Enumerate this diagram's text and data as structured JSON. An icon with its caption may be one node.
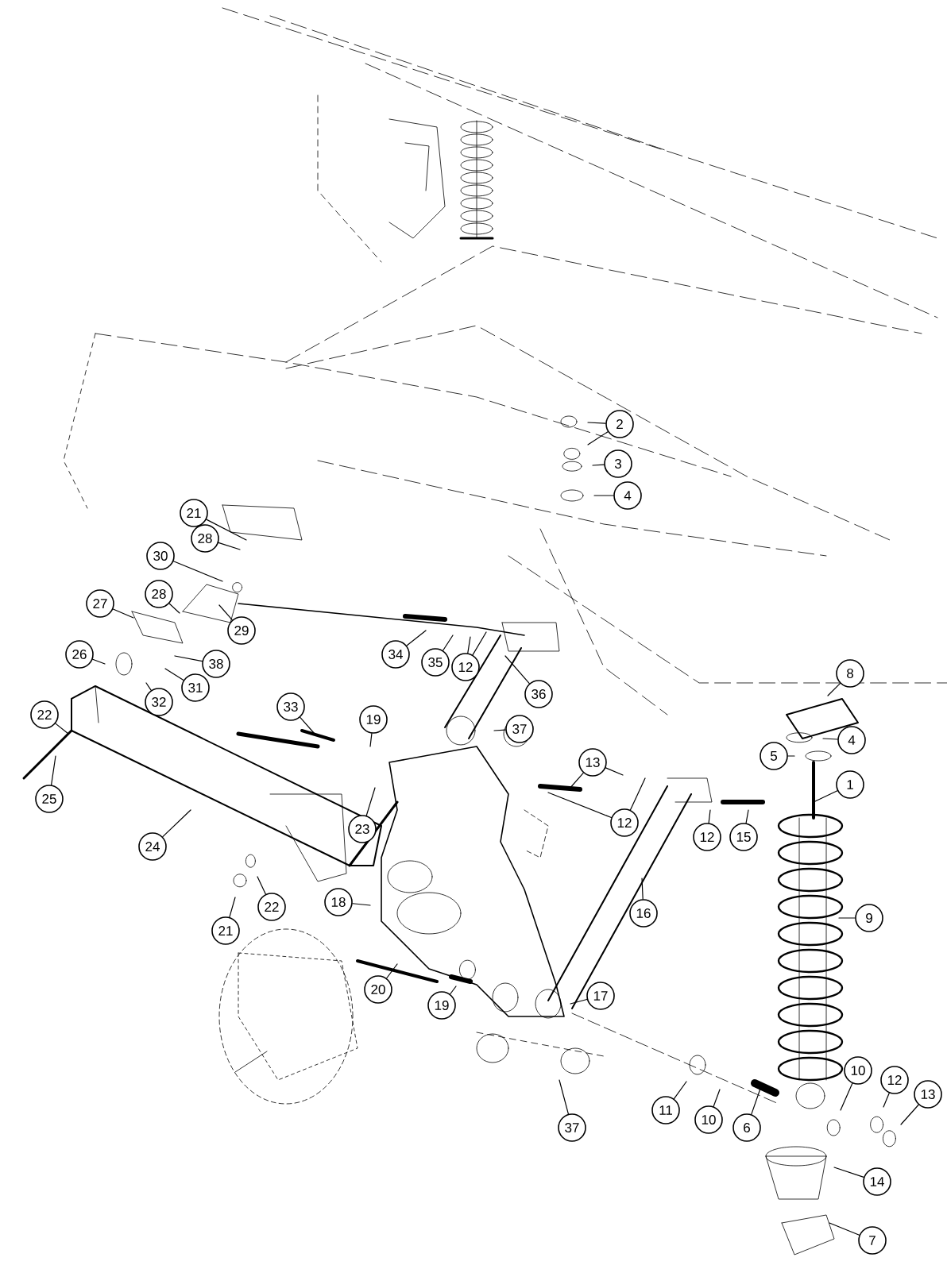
{
  "diagram": {
    "nodes": [
      {
        "text": [
          "2"
        ]
      },
      {
        "text": [
          "3"
        ]
      },
      {
        "text": [
          "4"
        ]
      },
      {
        "text": [
          "21"
        ]
      },
      {
        "text": [
          "28"
        ]
      },
      {
        "text": [
          "30"
        ]
      },
      {
        "text": [
          "28"
        ]
      },
      {
        "text": [
          "27"
        ]
      },
      {
        "text": [
          "29"
        ]
      },
      {
        "text": [
          "34"
        ]
      },
      {
        "text": [
          "26"
        ]
      },
      {
        "text": [
          "35"
        ]
      },
      {
        "text": [
          "38"
        ]
      },
      {
        "text": [
          "12"
        ]
      },
      {
        "text": [
          "8"
        ]
      },
      {
        "text": [
          "31"
        ]
      },
      {
        "text": [
          "36"
        ]
      },
      {
        "text": [
          "32"
        ]
      },
      {
        "text": [
          "33"
        ]
      },
      {
        "text": [
          "22"
        ]
      },
      {
        "text": [
          "19"
        ]
      },
      {
        "text": [
          "37"
        ]
      },
      {
        "text": [
          "4"
        ]
      },
      {
        "text": [
          "5"
        ]
      },
      {
        "text": [
          "13"
        ]
      },
      {
        "text": [
          "1"
        ]
      },
      {
        "text": [
          "25"
        ]
      },
      {
        "text": [
          "12"
        ]
      },
      {
        "text": [
          "23"
        ]
      },
      {
        "text": [
          "12"
        ]
      },
      {
        "text": [
          "15"
        ]
      },
      {
        "text": [
          "24"
        ]
      },
      {
        "text": [
          "18"
        ]
      },
      {
        "text": [
          "22"
        ]
      },
      {
        "text": [
          "16"
        ]
      },
      {
        "text": [
          "9"
        ]
      },
      {
        "text": [
          "21"
        ]
      },
      {
        "text": [
          "20"
        ]
      },
      {
        "text": [
          "17"
        ]
      },
      {
        "text": [
          "19"
        ]
      },
      {
        "text": [
          "10"
        ]
      },
      {
        "text": [
          "12"
        ]
      },
      {
        "text": [
          "13"
        ]
      },
      {
        "text": [
          "11"
        ]
      },
      {
        "text": [
          "10"
        ]
      },
      {
        "text": [
          "37"
        ]
      },
      {
        "text": [
          "6"
        ]
      },
      {
        "text": [
          "14"
        ]
      },
      {
        "text": [
          "7"
        ]
      }
    ],
    "edges": [
      {
        "from": 0,
        "to": null,
        "arrow": "none"
      },
      {
        "from": 0,
        "to": null,
        "arrow": "none"
      },
      {
        "from": 1,
        "to": null,
        "arrow": "none"
      },
      {
        "from": 2,
        "to": null,
        "arrow": "none"
      },
      {
        "from": 3,
        "to": null,
        "arrow": "none"
      },
      {
        "from": 4,
        "to": null,
        "arrow": "none"
      },
      {
        "from": 5,
        "to": null,
        "arrow": "none"
      },
      {
        "from": 6,
        "to": null,
        "arrow": "none"
      },
      {
        "from": 7,
        "to": null,
        "arrow": "none"
      },
      {
        "from": 8,
        "to": null,
        "arrow": "none"
      },
      {
        "from": 9,
        "to": null,
        "arrow": "none"
      },
      {
        "from": 10,
        "to": null,
        "arrow": "none"
      },
      {
        "from": 11,
        "to": null,
        "arrow": "none"
      },
      {
        "from": 12,
        "to": null,
        "arrow": "none"
      },
      {
        "from": 13,
        "to": null,
        "arrow": "none"
      },
      {
        "from": 13,
        "to": null,
        "arrow": "none"
      },
      {
        "from": 14,
        "to": null,
        "arrow": "none"
      },
      {
        "from": 15,
        "to": null,
        "arrow": "none"
      },
      {
        "from": 16,
        "to": null,
        "arrow": "none"
      },
      {
        "from": 17,
        "to": null,
        "arrow": "none"
      },
      {
        "from": 18,
        "to": null,
        "arrow": "none"
      },
      {
        "from": 19,
        "to": null,
        "arrow": "none"
      },
      {
        "from": 20,
        "to": null,
        "arrow": "none"
      },
      {
        "from": 21,
        "to": null,
        "arrow": "none"
      },
      {
        "from": 22,
        "to": null,
        "arrow": "none"
      },
      {
        "from": 23,
        "to": null,
        "arrow": "none"
      },
      {
        "from": 24,
        "to": null,
        "arrow": "none"
      },
      {
        "from": 24,
        "to": null,
        "arrow": "none"
      },
      {
        "from": 25,
        "to": null,
        "arrow": "none"
      },
      {
        "from": 26,
        "to": null,
        "arrow": "none"
      },
      {
        "from": 27,
        "to": null,
        "arrow": "none"
      },
      {
        "from": 27,
        "to": null,
        "arrow": "none"
      },
      {
        "from": 28,
        "to": null,
        "arrow": "none"
      },
      {
        "from": 29,
        "to": null,
        "arrow": "none"
      },
      {
        "from": 30,
        "to": null,
        "arrow": "none"
      },
      {
        "from": 31,
        "to": null,
        "arrow": "none"
      },
      {
        "from": 32,
        "to": null,
        "arrow": "none"
      },
      {
        "from": 33,
        "to": null,
        "arrow": "none"
      },
      {
        "from": 34,
        "to": null,
        "arrow": "none"
      },
      {
        "from": 35,
        "to": null,
        "arrow": "none"
      },
      {
        "from": 36,
        "to": null,
        "arrow": "none"
      },
      {
        "from": 37,
        "to": null,
        "arrow": "none"
      },
      {
        "from": 38,
        "to": null,
        "arrow": "none"
      },
      {
        "from": 39,
        "to": null,
        "arrow": "none"
      },
      {
        "from": 40,
        "to": null,
        "arrow": "none"
      },
      {
        "from": 41,
        "to": null,
        "arrow": "none"
      },
      {
        "from": 42,
        "to": null,
        "arrow": "none"
      },
      {
        "from": 43,
        "to": null,
        "arrow": "none"
      },
      {
        "from": 44,
        "to": null,
        "arrow": "none"
      },
      {
        "from": 45,
        "to": null,
        "arrow": "none"
      },
      {
        "from": 46,
        "to": null,
        "arrow": "none"
      },
      {
        "from": 47,
        "to": null,
        "arrow": "none"
      },
      {
        "from": 48,
        "to": null,
        "arrow": "none"
      }
    ]
  }
}
